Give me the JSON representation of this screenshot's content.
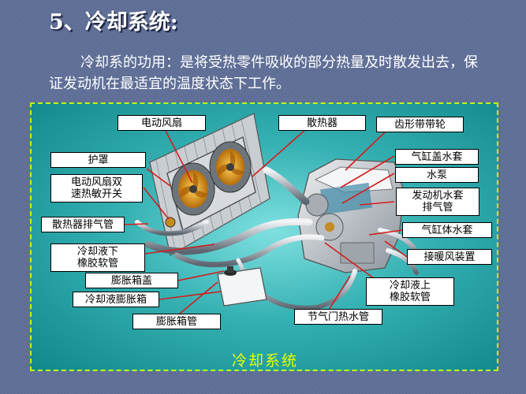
{
  "slide": {
    "title": "5、冷却系统:",
    "paragraph": "冷却系的功用：是将受热零件吸收的部分热量及时散发出去，保证发动机在最适宜的温度状态下工作。"
  },
  "diagram": {
    "caption": "冷却系统",
    "labels": {
      "electric_fan": "电动风扇",
      "radiator": "散热器",
      "toothed_belt_pulley": "齿形带带轮",
      "shroud": "护罩",
      "cylinder_head_jacket": "气缸盖水套",
      "water_pump": "水泵",
      "fan_dual_speed_switch": "电动风扇双\n速热敏开关",
      "engine_jacket_vent_pipe": "发动机水套\n排气管",
      "radiator_vent_pipe": "散热器排气管",
      "cylinder_block_jacket": "气缸体水套",
      "lower_coolant_hose": "冷却液下\n橡胶软管",
      "heater_unit": "接暖风装置",
      "expansion_tank_cap": "膨胀箱盖",
      "upper_coolant_hose": "冷却液上\n橡胶软管",
      "coolant_expansion_tank": "冷却液膨胀箱",
      "expansion_tank_pipe": "膨胀箱管",
      "throttle_hot_water_pipe": "节气门热水管"
    },
    "colors": {
      "panel_border": "#c8ff00",
      "caption": "#eaff00",
      "leader_line": "#d21e1e",
      "fan_blade": "#e8a21a"
    }
  }
}
